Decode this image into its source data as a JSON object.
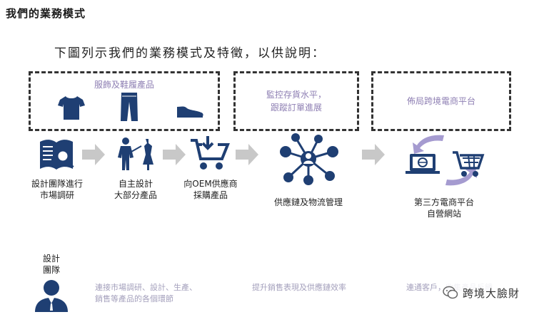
{
  "title": "我們的業務模式",
  "subtitle": "下圖列示我們的業務模式及特徵，以供說明：",
  "boxes": {
    "products": "服飾及鞋履產品",
    "inventory_line1": "監控存貨水平，",
    "inventory_line2": "跟蹤訂單進展",
    "platform": "佈局跨境電商平台"
  },
  "steps": {
    "research_line1": "設計團隊進行",
    "research_line2": "市場調研",
    "design_line1": "自主設計",
    "design_line2": "大部分產品",
    "oem_line1": "向OEM供應商",
    "oem_line2": "採購產品",
    "supply": "供應鏈及物流管理",
    "ecom_line1": "第三方電商平台",
    "ecom_line2": "自營網站"
  },
  "team": {
    "line1": "設計",
    "line2": "團隊"
  },
  "bottom": {
    "connect_line1": "連接市場調研、設計、生產、",
    "connect_line2": "銷售等產品的各個環節",
    "improve": "提升銷售表現及供應鏈效率",
    "feedback": "連通客戶，收集產品反饋"
  },
  "watermark": "跨境大臉財",
  "colors": {
    "navy": "#1f3f73",
    "lavender": "#8e7fb3",
    "arrow_gray": "#c8c8c8"
  }
}
